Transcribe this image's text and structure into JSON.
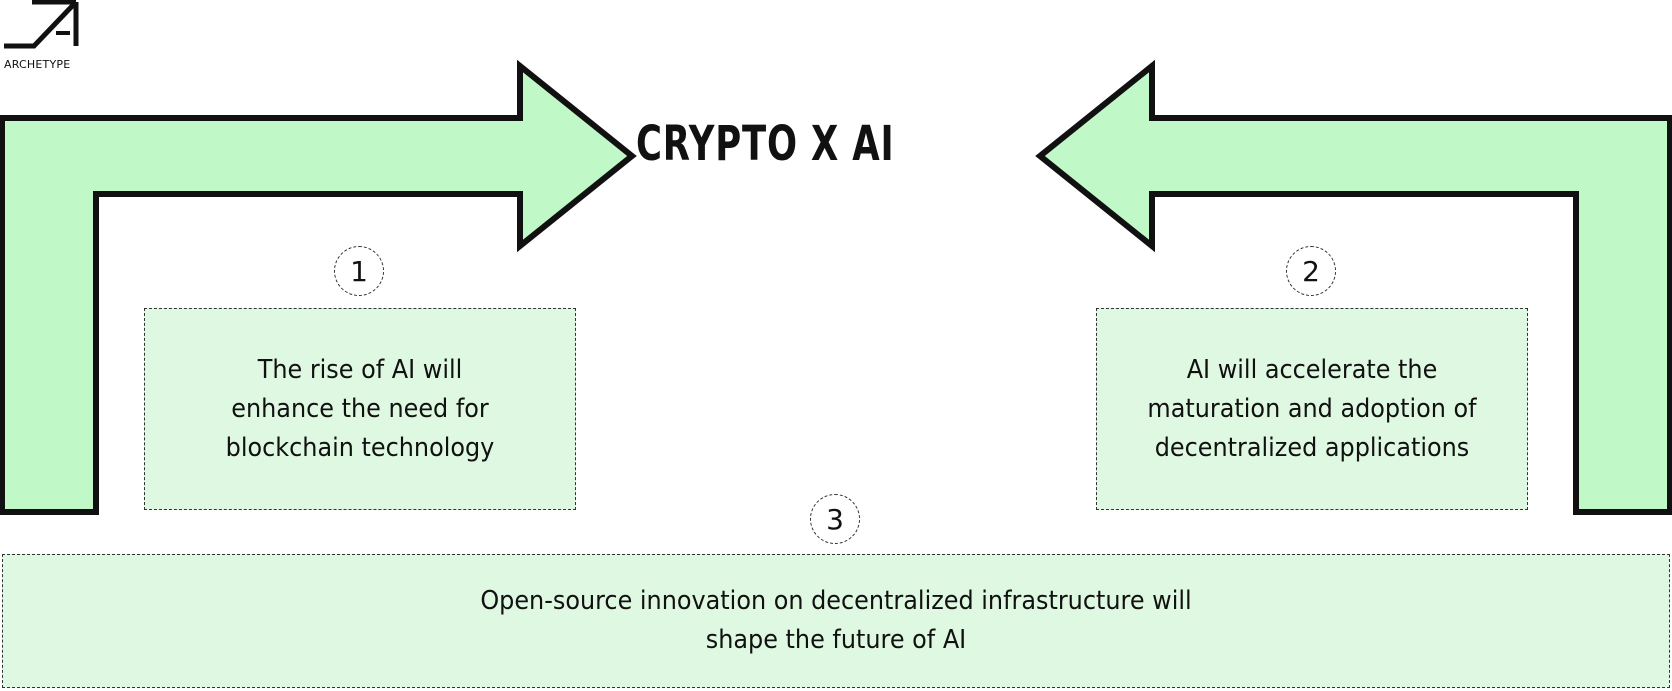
{
  "logo": {
    "brand": "ARCHETYPE"
  },
  "diagram": {
    "title": "CRYPTO X AI",
    "arrow_fill": "#c1f8c8",
    "box_fill": "#dff8e2",
    "stroke": "#111111",
    "items": [
      {
        "number": "1",
        "text": "The rise of AI will enhance the need for blockchain technology"
      },
      {
        "number": "2",
        "text": "AI will accelerate the maturation and adoption of decentralized applications"
      },
      {
        "number": "3",
        "text": "Open-source innovation on decentralized infrastructure will shape the future of AI"
      }
    ]
  }
}
